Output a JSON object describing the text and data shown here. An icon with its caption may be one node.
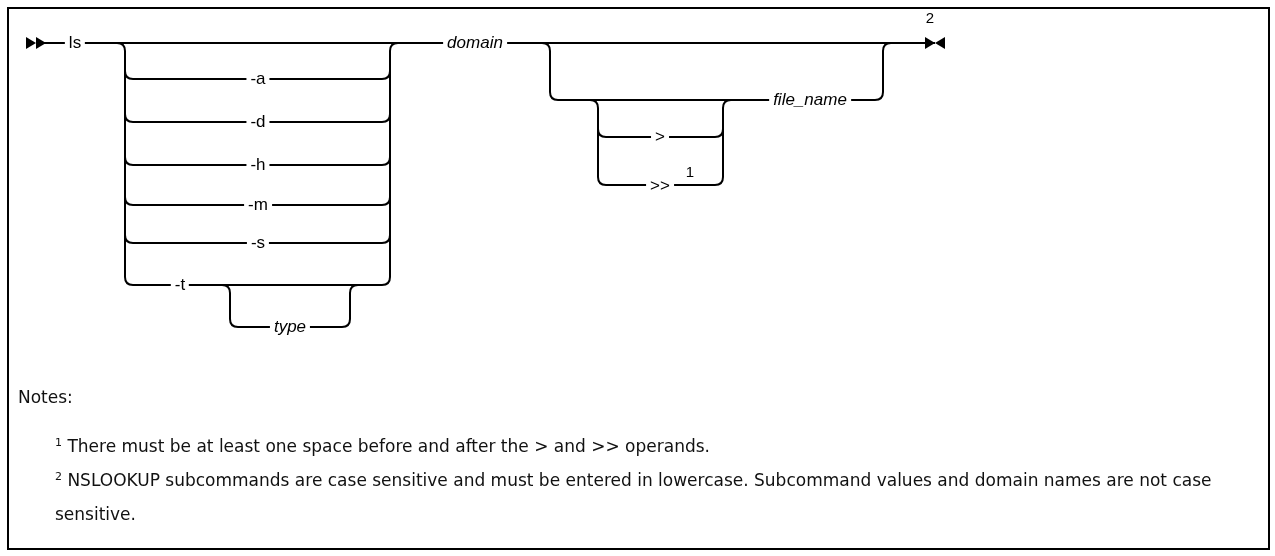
{
  "diagram": {
    "labels": [
      "ls",
      "domain",
      "2",
      "-a",
      "file_name",
      "-d",
      ">",
      ">>",
      "1",
      "-h",
      "-m",
      "-s",
      "-t",
      "type",
      "Notes:",
      "$^{1}$ There must be at least one space before and after the > and >> operands.",
      "$^{2}$ NSLOOKUP subcommands are case sensitive and must be entered in lowercase. Subcommand values and domain names are not case sensitive."
    ]
  }
}
